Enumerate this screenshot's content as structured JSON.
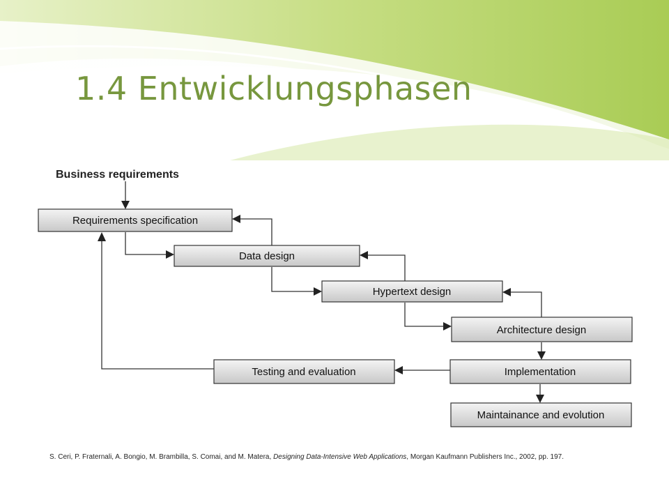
{
  "slide": {
    "title": "1.4 Entwicklungsphasen",
    "accent_color": "#77973e",
    "header_colors": [
      "#c5dc83",
      "#eef5dc",
      "#ffffff"
    ]
  },
  "diagram": {
    "header": "Business requirements",
    "phases": [
      {
        "id": "req",
        "label": "Requirements specification"
      },
      {
        "id": "data",
        "label": "Data design"
      },
      {
        "id": "hyper",
        "label": "Hypertext design"
      },
      {
        "id": "arch",
        "label": "Architecture design"
      },
      {
        "id": "impl",
        "label": "Implementation"
      },
      {
        "id": "test",
        "label": "Testing and evaluation"
      },
      {
        "id": "maint",
        "label": "Maintainance and evolution"
      }
    ],
    "flows": [
      {
        "from": "header",
        "to": "req",
        "kind": "forward"
      },
      {
        "from": "req",
        "to": "data",
        "kind": "forward"
      },
      {
        "from": "data",
        "to": "req",
        "kind": "feedback"
      },
      {
        "from": "data",
        "to": "hyper",
        "kind": "forward"
      },
      {
        "from": "hyper",
        "to": "data",
        "kind": "feedback"
      },
      {
        "from": "hyper",
        "to": "arch",
        "kind": "forward"
      },
      {
        "from": "arch",
        "to": "hyper",
        "kind": "feedback"
      },
      {
        "from": "arch",
        "to": "impl",
        "kind": "forward"
      },
      {
        "from": "impl",
        "to": "test",
        "kind": "forward"
      },
      {
        "from": "impl",
        "to": "maint",
        "kind": "forward"
      },
      {
        "from": "test",
        "to": "req",
        "kind": "feedback"
      }
    ]
  },
  "citation": {
    "authors": "S. Ceri, P. Fraternali, A. Bongio, M. Brambilla, S. Comai, and M. Matera, ",
    "book_title": "Designing Data-Intensive Web Applications",
    "publisher": ", Morgan Kaufmann Publishers Inc., 2002, pp. 197."
  }
}
